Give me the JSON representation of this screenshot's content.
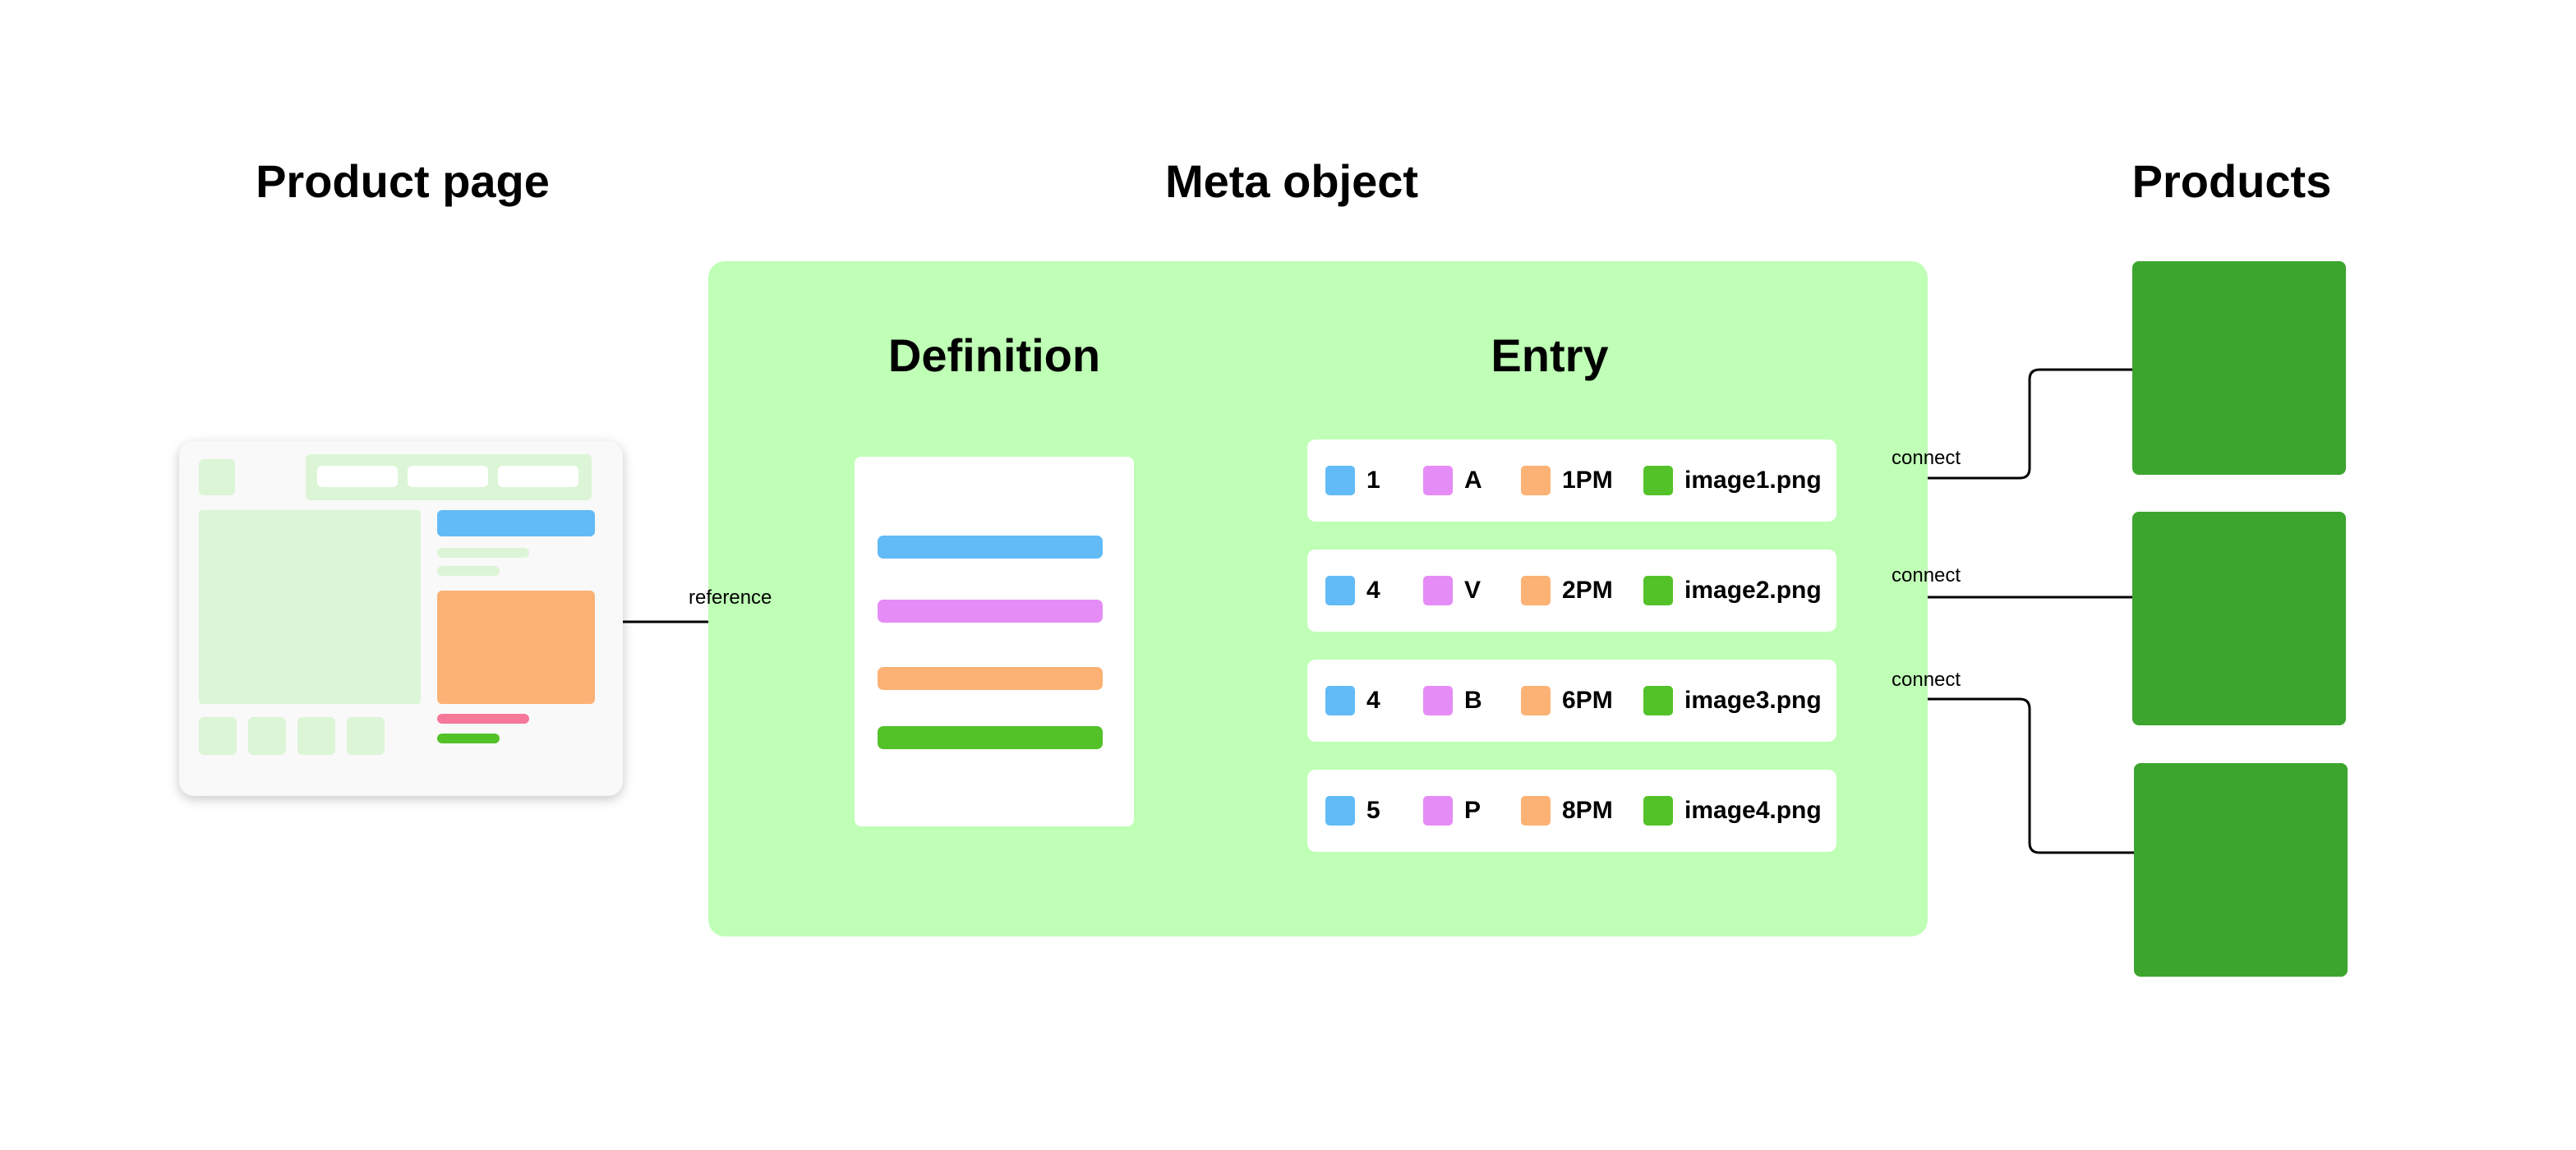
{
  "headings": {
    "product_page": "Product page",
    "meta_object": "Meta object",
    "products": "Products"
  },
  "meta": {
    "definition_title": "Definition",
    "entry_title": "Entry",
    "definition_fields": [
      {
        "color": "#62bbf7",
        "icon": "blue-field-bar"
      },
      {
        "color": "#e68cf7",
        "icon": "pink-field-bar"
      },
      {
        "color": "#fbb274",
        "icon": "orange-field-bar"
      },
      {
        "color": "#53c229",
        "icon": "green-field-bar"
      }
    ],
    "entries": [
      {
        "v1": "1",
        "v2": "A",
        "v3": "1PM",
        "v4": "image1.png"
      },
      {
        "v1": "4",
        "v2": "V",
        "v3": "2PM",
        "v4": "image2.png"
      },
      {
        "v1": "4",
        "v2": "B",
        "v3": "6PM",
        "v4": "image3.png"
      },
      {
        "v1": "5",
        "v2": "P",
        "v3": "8PM",
        "v4": "image4.png"
      }
    ]
  },
  "links": {
    "reference": "reference",
    "connect_1": "connect",
    "connect_2": "connect",
    "connect_3": "connect"
  },
  "colors": {
    "meta_bg": "#bfffb6",
    "product": "#3ca52e",
    "blue": "#62bbf7",
    "pink": "#e68cf7",
    "orange": "#fbb274",
    "green": "#53c229"
  }
}
